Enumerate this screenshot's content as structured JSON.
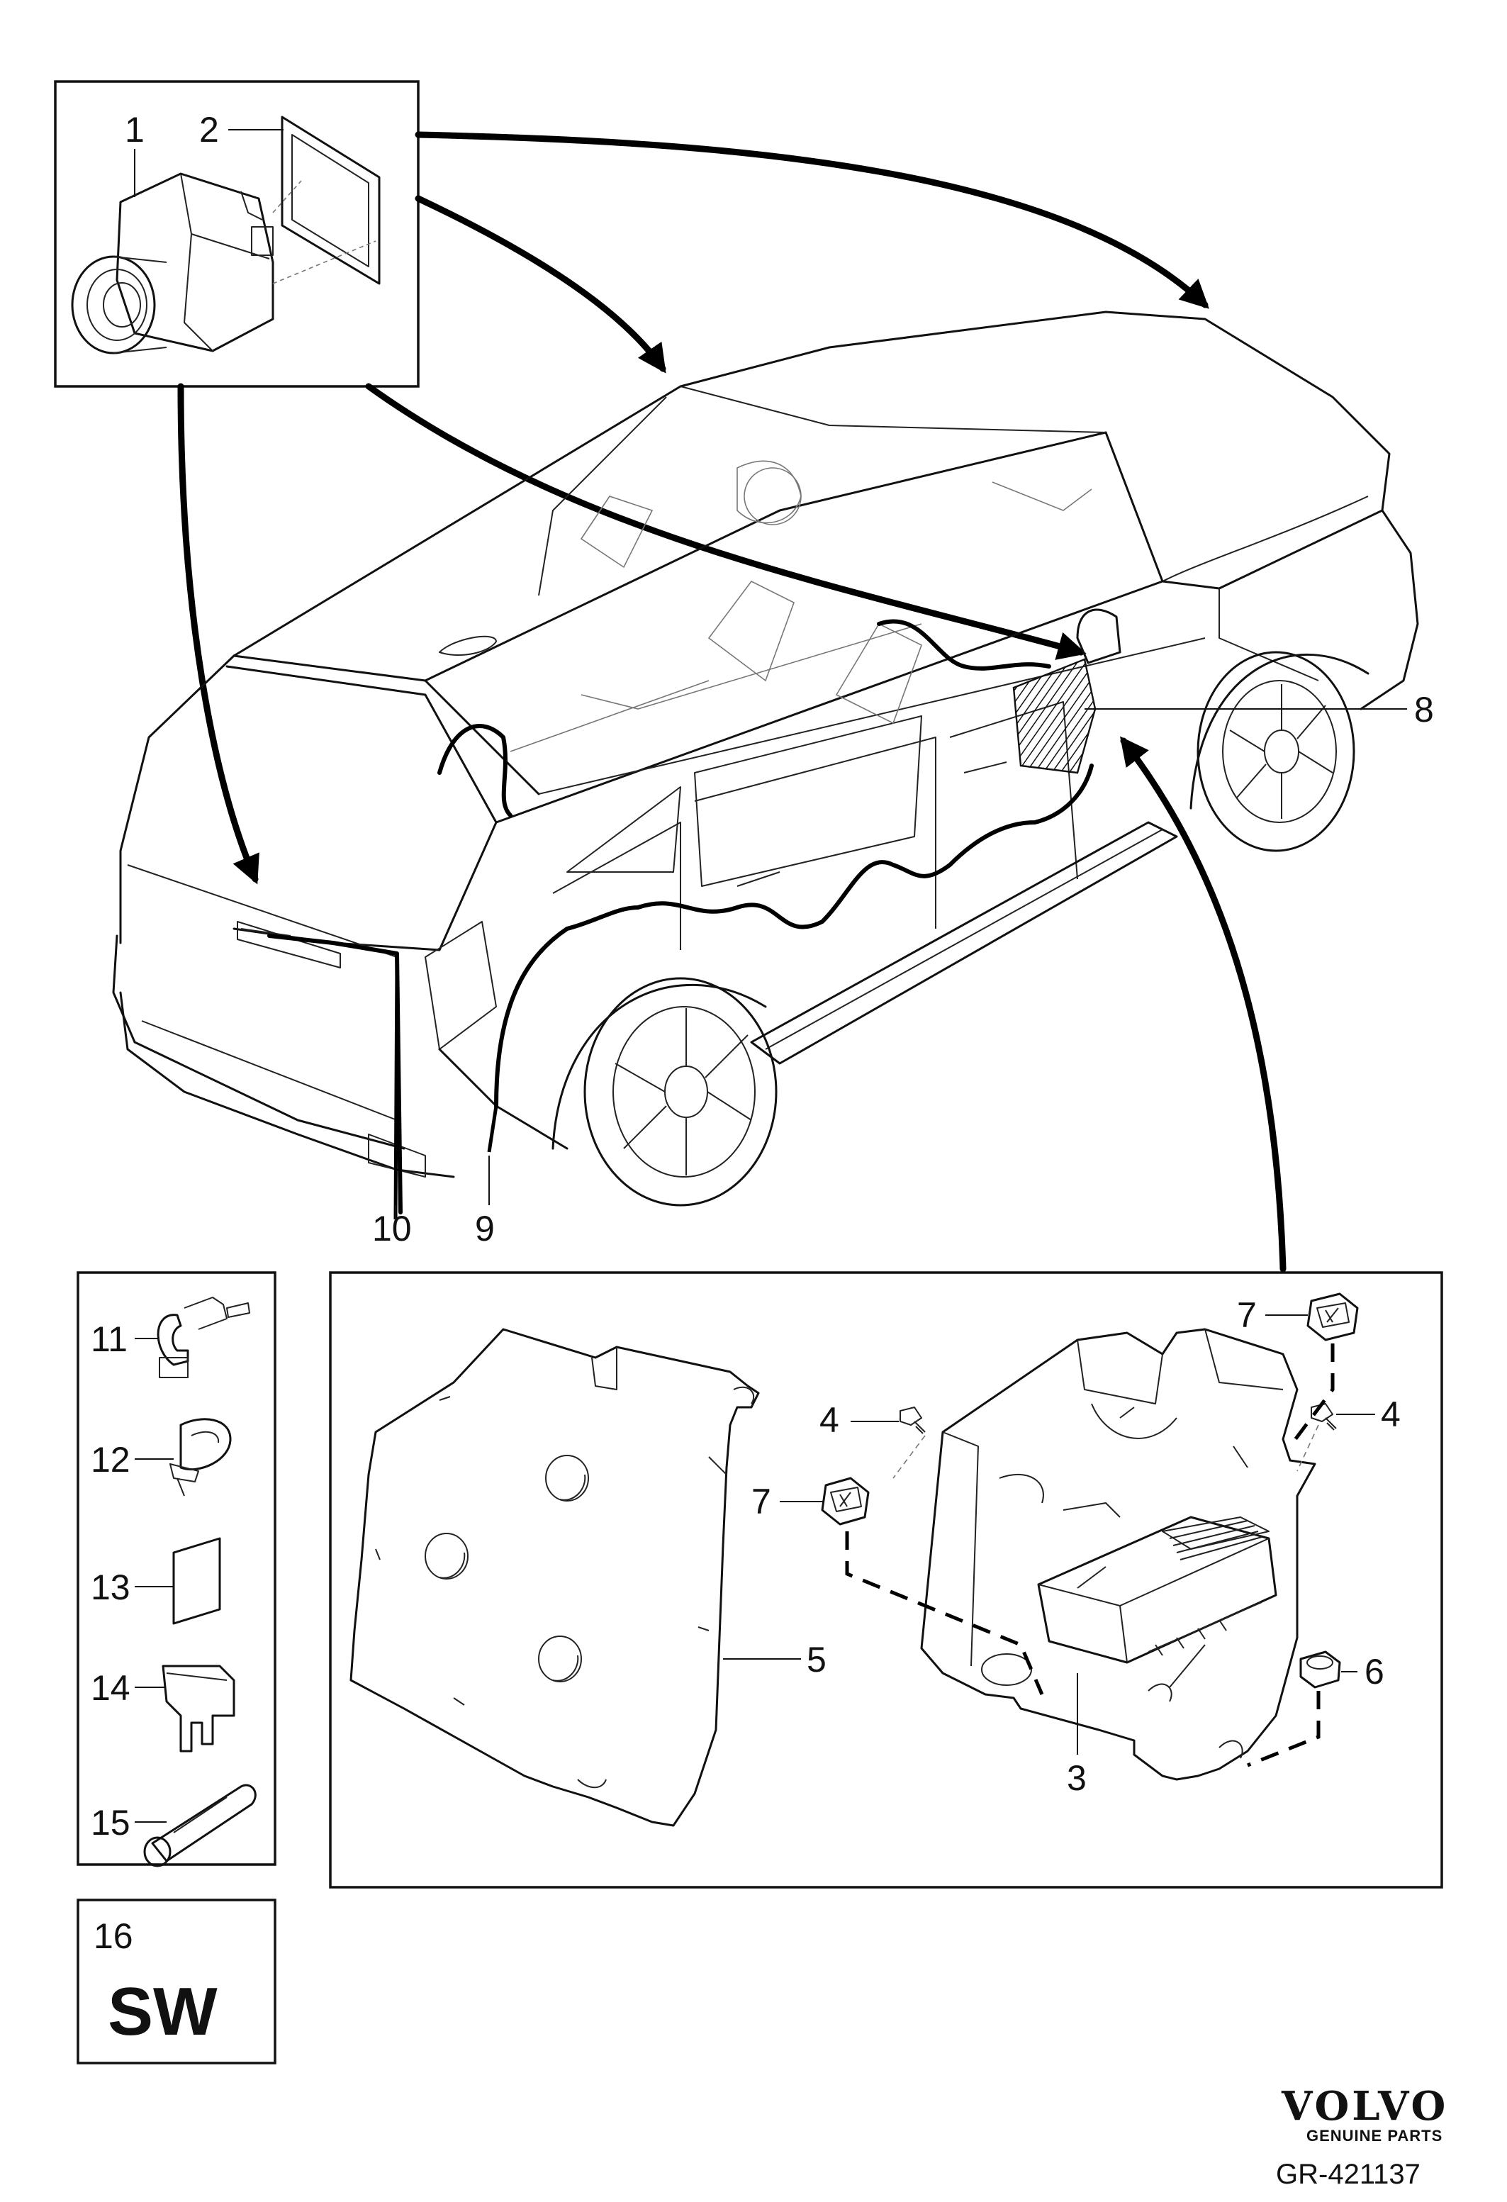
{
  "callouts": {
    "c1": "1",
    "c2": "2",
    "c3": "3",
    "c4a": "4",
    "c4b": "4",
    "c5": "5",
    "c6": "6",
    "c7a": "7",
    "c7b": "7",
    "c8": "8",
    "c9": "9",
    "c10": "10",
    "c11": "11",
    "c12": "12",
    "c13": "13",
    "c14": "14",
    "c15": "15",
    "c16": "16"
  },
  "software_label": "SW",
  "brand": {
    "name": "VOLVO",
    "subtitle": "GENUINE PARTS"
  },
  "reference": "GR-421137"
}
